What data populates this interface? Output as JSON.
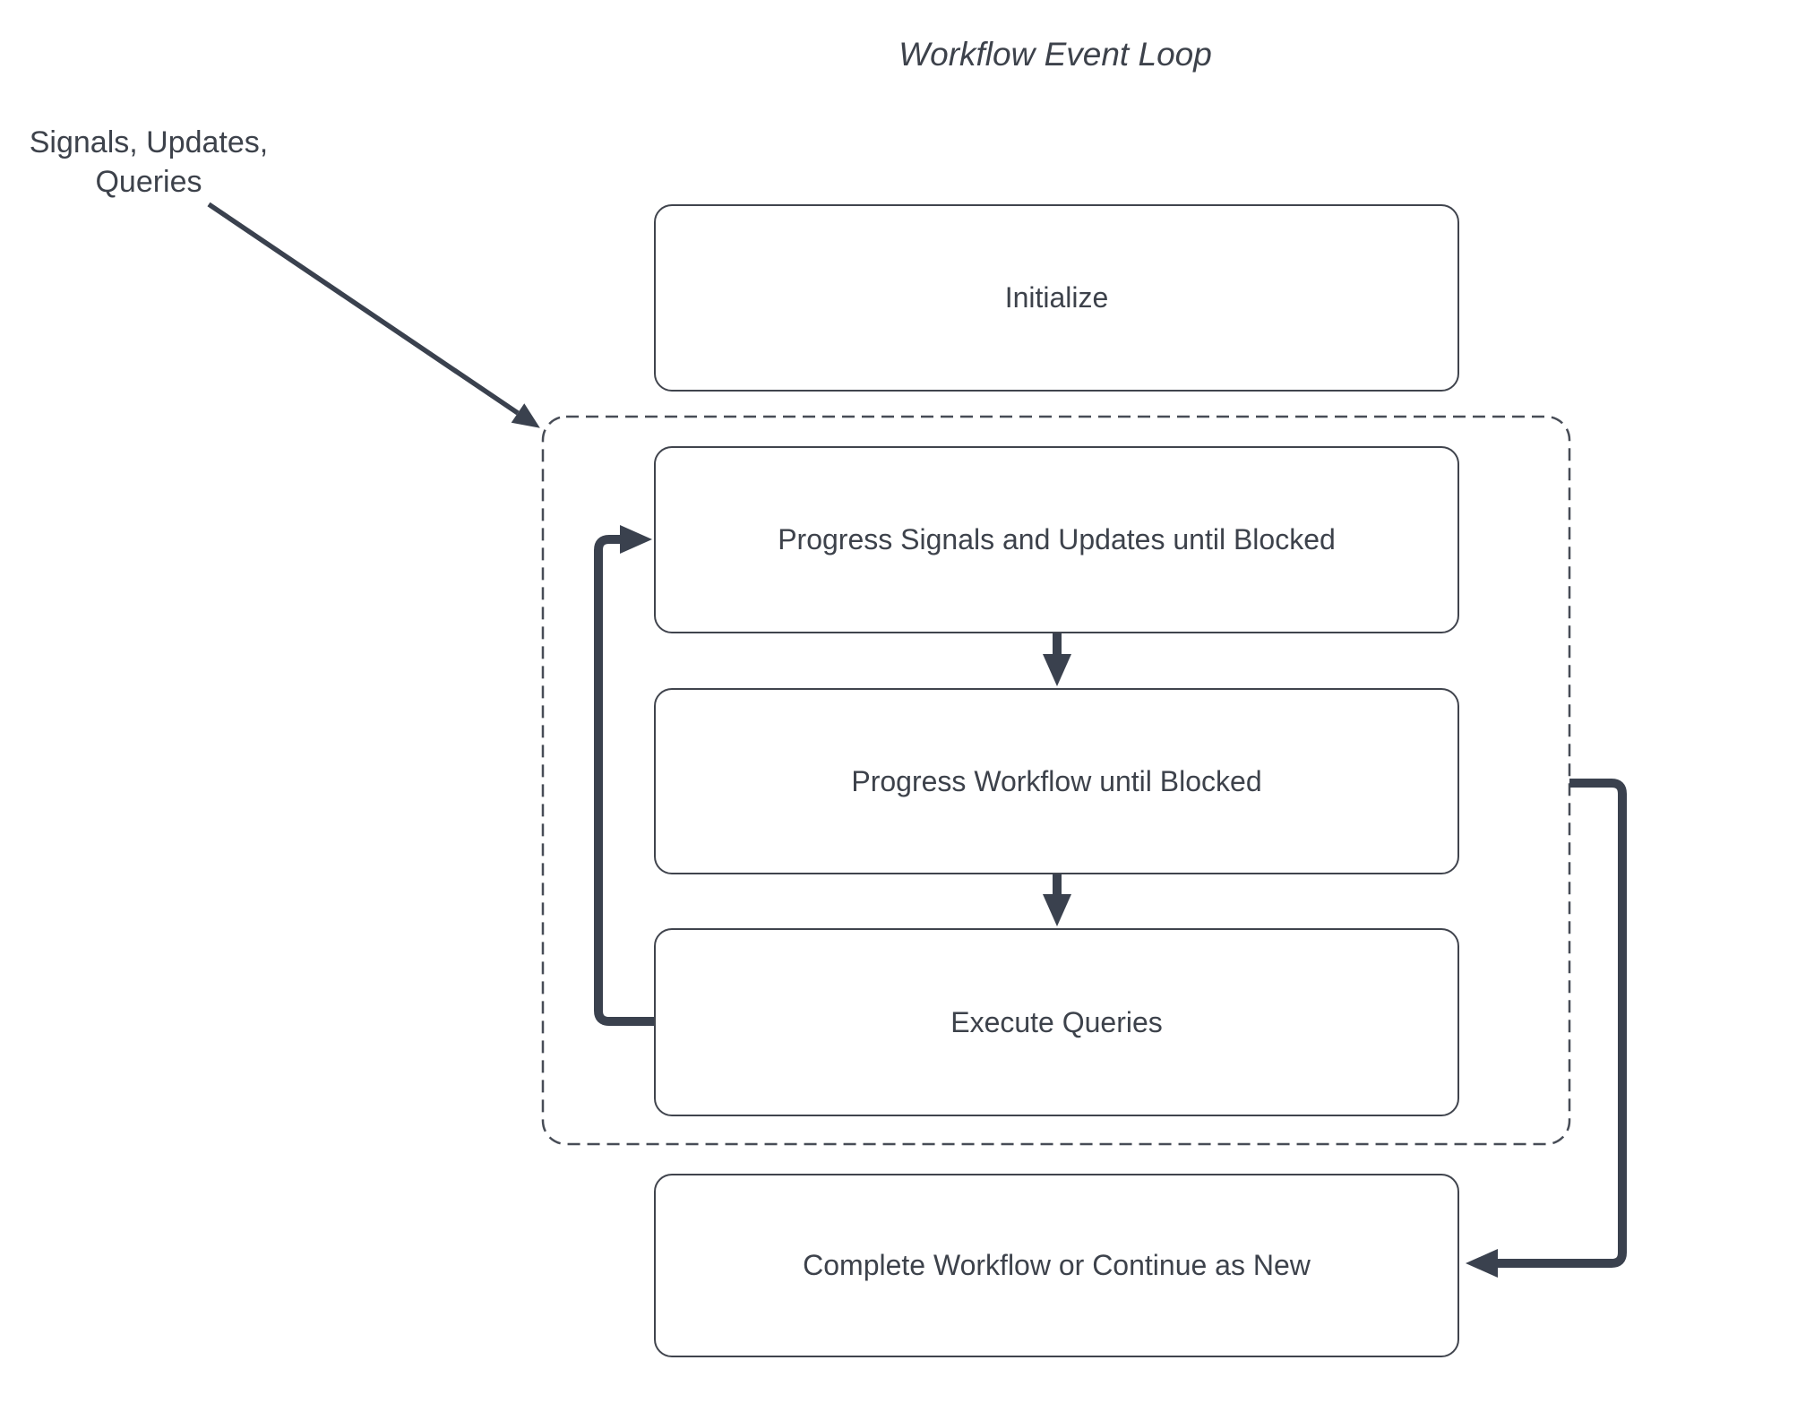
{
  "diagram": {
    "title": "Workflow Event Loop",
    "external_label": "Signals, Updates,\nQueries",
    "colors": {
      "connector": "#3a414e",
      "box_border": "#40444d",
      "text": "#3d424b",
      "background": "#ffffff"
    }
  },
  "nodes": [
    {
      "id": "initialize",
      "label": "Initialize"
    },
    {
      "id": "progress-signals",
      "label": "Progress Signals and Updates until Blocked"
    },
    {
      "id": "progress-workflow",
      "label": "Progress Workflow until Blocked"
    },
    {
      "id": "execute-queries",
      "label": "Execute Queries"
    },
    {
      "id": "complete-workflow",
      "label": "Complete Workflow or Continue as New"
    }
  ]
}
